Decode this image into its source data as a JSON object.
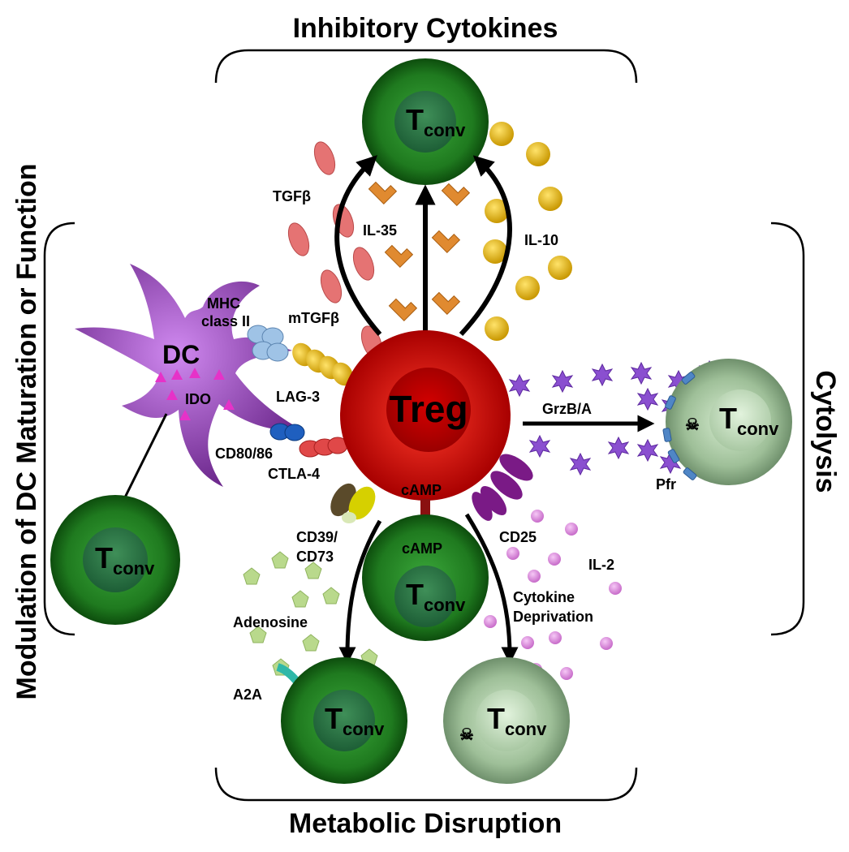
{
  "titles": {
    "top": "Inhibitory Cytokines",
    "bottom": "Metabolic Disruption",
    "left": "Modulation of  DC Maturation or Function",
    "right": "Cytolysis"
  },
  "cells": {
    "treg": "Treg",
    "dc": "DC",
    "tconv_main": "T",
    "tconv_sub": "conv",
    "death_symbol": "☠"
  },
  "labels": {
    "tgfb": "TGFβ",
    "il35": "IL-35",
    "il10": "IL-10",
    "mhc_line1": "MHC",
    "mhc_line2": "class II",
    "mtgfb": "mTGFβ",
    "lag3": "LAG-3",
    "ido": "IDO",
    "cd8086": "CD80/86",
    "ctla4": "CTLA-4",
    "grzb": "GrzB/A",
    "pfr": "Pfr",
    "camp_treg": "cAMP",
    "camp_tconv": "cAMP",
    "cd39_line1": "CD39/",
    "cd39_line2": "CD73",
    "cd25": "CD25",
    "il2": "IL-2",
    "cytokine_line1": "Cytokine",
    "cytokine_line2": "Deprivation",
    "adenosine": "Adenosine",
    "a2a": "A2A"
  },
  "colors": {
    "treg": "#cc0000",
    "tconv_active": "#1f7a1f",
    "tconv_dead": "#98b898",
    "dc": "#9b4fc0",
    "tgfb": "#e06a6a",
    "il35": "#e08a30",
    "il10": "#e2b400",
    "granzyme": "#8a4fd0",
    "il2": "#d57fd6",
    "adenosine": "#b9d98c"
  }
}
